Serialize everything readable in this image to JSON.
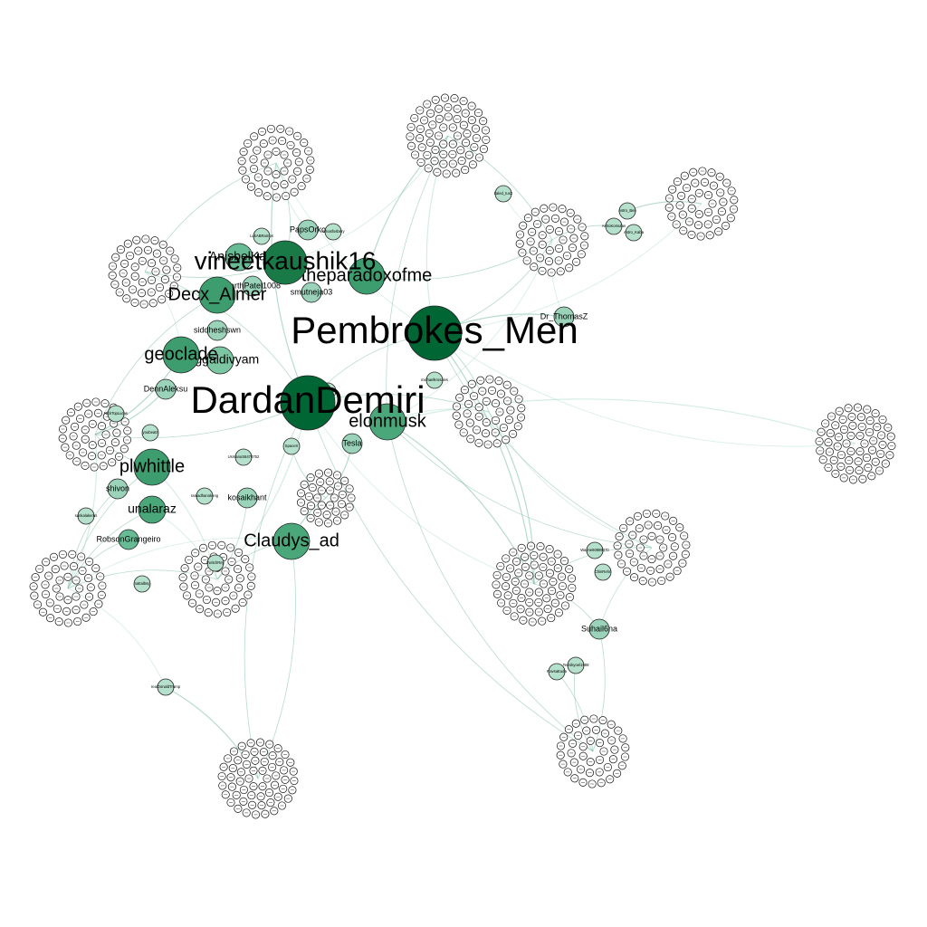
{
  "graph": {
    "hubs": [
      {
        "id": "Pembrokes_Men",
        "label": "Pembrokes_Men",
        "size": "xl",
        "color": "#006633"
      },
      {
        "id": "DardanDemiri",
        "label": "DardanDemiri",
        "size": "xl",
        "color": "#006633"
      },
      {
        "id": "vineetkaushik16",
        "label": "vineetkaushik16",
        "size": "l",
        "color": "#1a7a47"
      },
      {
        "id": "theparadoxofme",
        "label": "theparadoxofme",
        "size": "m",
        "color": "#3d9d6f"
      },
      {
        "id": "Decx_Almer",
        "label": "Decx_Almer",
        "size": "m",
        "color": "#3d9d6f"
      },
      {
        "id": "elonmusk",
        "label": "elonmusk",
        "size": "m",
        "color": "#4aa77a"
      },
      {
        "id": "geoclade",
        "label": "geoclade",
        "size": "m",
        "color": "#3d9d6f"
      },
      {
        "id": "plwhittle",
        "label": "plwhittle",
        "size": "m",
        "color": "#3d9d6f"
      },
      {
        "id": "Claudys_ad",
        "label": "Claudys_ad",
        "size": "m",
        "color": "#4aa77a"
      },
      {
        "id": "unalaraz",
        "label": "unalaraz",
        "size": "s",
        "color": "#4aa77a"
      },
      {
        "id": "duggaldivyam",
        "label": "duggaldivyam",
        "size": "s",
        "color": "#7dc6a4"
      },
      {
        "id": "AnisbelKal",
        "label": "AnisbelKal",
        "size": "s",
        "color": "#66bb94"
      },
      {
        "id": "siddheshswn",
        "label": "siddheshswn",
        "size": "xs",
        "color": "#9ad3b9"
      },
      {
        "id": "PapsOrko",
        "label": "PapsOrko",
        "size": "xs",
        "color": "#9ad3b9"
      },
      {
        "id": "ParthPatel1008",
        "label": "ParthPatel1008",
        "size": "xs",
        "color": "#9ad3b9"
      },
      {
        "id": "smutneja03",
        "label": "smutneja03",
        "size": "xs",
        "color": "#9ad3b9"
      },
      {
        "id": "Dr_ThomasZ",
        "label": "Dr_ThomasZ",
        "size": "xs",
        "color": "#9ad3b9"
      },
      {
        "id": "DennAleksu",
        "label": "DennAleksu",
        "size": "xs",
        "color": "#9ad3b9"
      },
      {
        "id": "Tesla",
        "label": "Tesla",
        "size": "xs",
        "color": "#9ad3b9"
      },
      {
        "id": "kosaikhant",
        "label": "kosaikhant",
        "size": "xs",
        "color": "#9ad3b9"
      },
      {
        "id": "RobsonGrangeiro",
        "label": "RobsonGrangeiro",
        "size": "xs",
        "color": "#66bb94"
      },
      {
        "id": "shivon",
        "label": "shivon",
        "size": "xs",
        "color": "#9ad3b9"
      },
      {
        "id": "Suhail6na",
        "label": "Suhail6na",
        "size": "xs",
        "color": "#9ad3b9"
      },
      {
        "id": "realDonaldTrump",
        "label": "realDonaldTrump",
        "size": "tiny",
        "color": "#b4e0cc"
      },
      {
        "id": "TwitchRey",
        "label": "TwitchRey",
        "size": "tiny",
        "color": "#b4e0cc"
      },
      {
        "id": "LukABRamos",
        "label": "LukABRamos",
        "size": "tiny",
        "color": "#b4e0cc"
      },
      {
        "id": "Astro_Ben",
        "label": "Astro_Ben",
        "size": "tiny",
        "color": "#b4e0cc"
      },
      {
        "id": "Astro_Kaba",
        "label": "Astro_Kaba",
        "size": "tiny",
        "color": "#b4e0cc"
      },
      {
        "id": "SpaceX",
        "label": "SpaceX",
        "size": "tiny",
        "color": "#b4e0cc"
      },
      {
        "id": "youbeatz",
        "label": "youbeatz",
        "size": "tiny",
        "color": "#b4e0cc"
      },
      {
        "id": "UsmanuS6470752",
        "label": "UsmanuS6470752",
        "size": "tiny",
        "color": "#b4e0cc"
      },
      {
        "id": "Bumpe123",
        "label": "Bumpe123",
        "size": "tiny",
        "color": "#b4e0cc"
      },
      {
        "id": "ramadhanokeng",
        "label": "ramadhanokeng",
        "size": "tiny",
        "color": "#b4e0cc"
      },
      {
        "id": "nattalbsy",
        "label": "nattalbsy",
        "size": "tiny",
        "color": "#b4e0cc"
      },
      {
        "id": "Wayne60889370",
        "label": "Wayne60889370",
        "size": "tiny",
        "color": "#b4e0cc"
      },
      {
        "id": "ChinRehn",
        "label": "ChinRehn",
        "size": "tiny",
        "color": "#b4e0cc"
      },
      {
        "id": "Tecnikyoel1988",
        "label": "Tecnikyoel1988",
        "size": "tiny",
        "color": "#b4e0cc"
      },
      {
        "id": "RavsaEuda",
        "label": "RavsaEuda",
        "size": "tiny",
        "color": "#b4e0cc"
      },
      {
        "id": "kaled_tux2",
        "label": "kaled_tux2",
        "size": "tiny",
        "color": "#b4e0cc"
      },
      {
        "id": "AstroKomutan",
        "label": "AstroKomutan",
        "size": "tiny",
        "color": "#b4e0cc"
      },
      {
        "id": "michaelkrosales",
        "label": "michaelkrosales",
        "size": "tiny",
        "color": "#b4e0cc"
      },
      {
        "id": "NickTopLucas",
        "label": "NickTopLucas",
        "size": "tiny",
        "color": "#b4e0cc"
      },
      {
        "id": "tomasfosbery",
        "label": "tomasfosbery",
        "size": "tiny",
        "color": "#b4e0cc"
      },
      {
        "id": "sankalakerus",
        "label": "sankalakerus",
        "size": "tiny",
        "color": "#b4e0cc"
      }
    ],
    "clusters": [
      {
        "id": "cluster-top-left"
      },
      {
        "id": "cluster-top-center"
      },
      {
        "id": "cluster-top-right"
      },
      {
        "id": "cluster-left-upper"
      },
      {
        "id": "cluster-left-mid"
      },
      {
        "id": "cluster-left-lower"
      },
      {
        "id": "cluster-center-lower"
      },
      {
        "id": "cluster-center"
      },
      {
        "id": "cluster-right"
      },
      {
        "id": "cluster-right-center"
      },
      {
        "id": "cluster-right-lower"
      },
      {
        "id": "cluster-bottom-right"
      },
      {
        "id": "cluster-bottom-center"
      },
      {
        "id": "cluster-upper-mid"
      },
      {
        "id": "cluster-mid-left-dense"
      }
    ],
    "colors": {
      "edge": "#5fb08f",
      "edge_light": "#a9dcc6",
      "small_node_fill": "#ffffff",
      "small_node_stroke": "#111111"
    }
  }
}
